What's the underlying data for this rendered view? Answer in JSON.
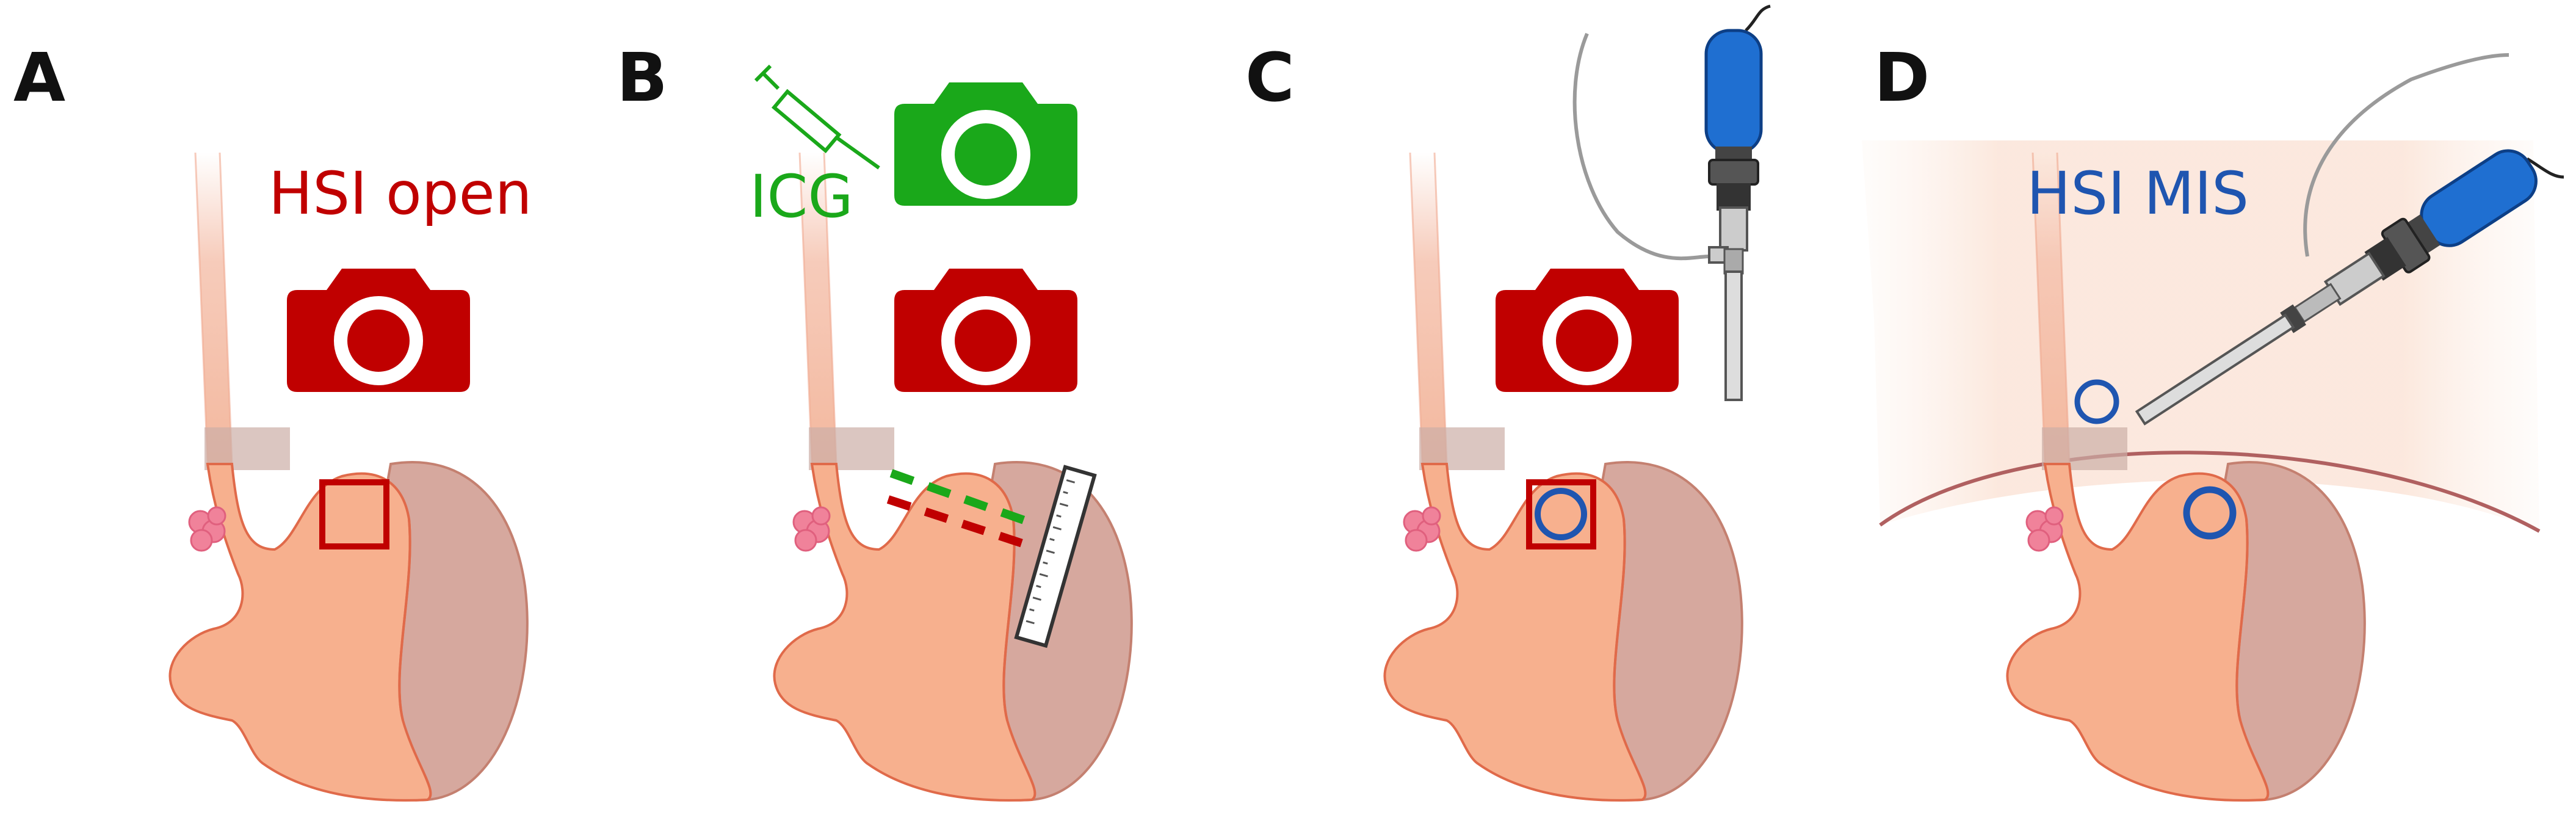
{
  "panels": [
    {
      "letter": "A",
      "label": "HSI open"
    },
    {
      "letter": "B",
      "label": "ICG"
    },
    {
      "letter": "C",
      "label": ""
    },
    {
      "letter": "D",
      "label": "HSI MIS"
    }
  ],
  "colors": {
    "hsi_red": "#c00000",
    "icg_green": "#1aa81a",
    "mis_blue": "#1f55b0",
    "stomach_front": "#f7b08e",
    "stomach_back": "#d6a89e",
    "outline": "#e06a4a",
    "esophagus": "#f5c2ae",
    "cable": "#9a9a9a",
    "camera_head": "#1f6fd1",
    "abdomen_wall": "#fbeae0"
  },
  "icons": {
    "camera": "camera-icon",
    "syringe": "syringe-icon",
    "ruler": "ruler-icon",
    "camera_head": "camera-head-icon",
    "laparoscope": "laparoscope-icon"
  }
}
